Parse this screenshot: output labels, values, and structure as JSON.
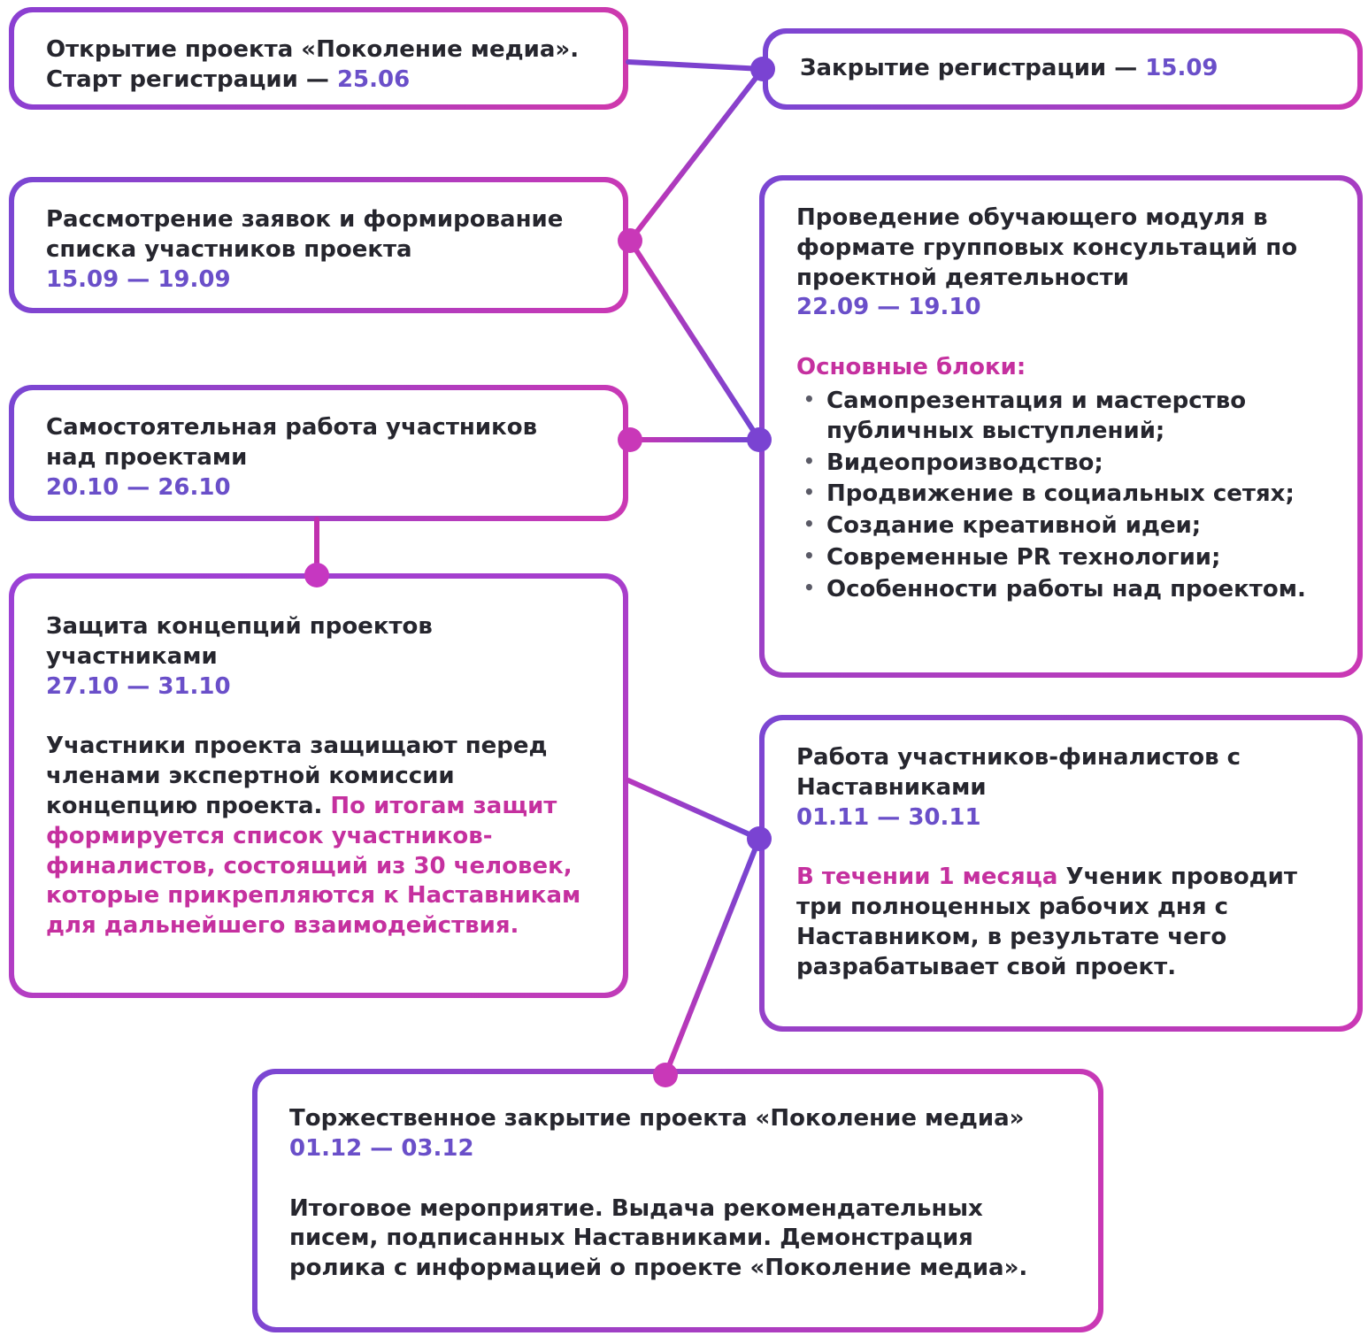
{
  "accent": {
    "purple": "#6a4fc9",
    "magenta": "#c5309f",
    "text_dark": "#26262e"
  },
  "boxes": {
    "opening": {
      "text": "Открытие проекта «Поколение медиа». Старт регистрации — ",
      "date": "25.06"
    },
    "registration_close": {
      "text": "Закрытие регистрации — ",
      "date": "15.09"
    },
    "review": {
      "title": "Рассмотрение заявок и формирование списка участников проекта",
      "dates": "15.09 — 19.09"
    },
    "training": {
      "title": "Проведение обучающего модуля в формате групповых консультаций по проектной деятельности",
      "dates": "22.09 — 19.10",
      "blocks_heading": "Основные блоки:",
      "blocks": [
        "Самопрезентация и мастерство публичных выступлений;",
        "Видеопроизводство;",
        "Продвижение в социальных сетях;",
        "Создание креативной идеи;",
        "Современные PR технологии;",
        "Особенности работы над проектом."
      ]
    },
    "independent": {
      "title": "Самостоятельная работа участников над проектами",
      "dates": "20.10 — 26.10"
    },
    "defense": {
      "title": "Защита концепций проектов участниками",
      "dates": "27.10 — 31.10",
      "paragraph_normal": "Участники проекта защищают перед членами экспертной комиссии концепцию проекта. ",
      "paragraph_highlight": "По итогам защит формируется список участников-финалистов, состоящий из 30 человек, которые прикрепляются к Наставникам для дальнейшего взаимодействия."
    },
    "mentors": {
      "title": "Работа участников-финалистов с Наставниками",
      "dates": "01.11 — 30.11",
      "paragraph_highlight": "В течении 1 месяца",
      "paragraph_normal": " Ученик проводит три полноценных рабочих дня с Наставником, в результате чего разрабатывает свой проект."
    },
    "closing": {
      "title": "Торжественное закрытие проекта «Поколение медиа»",
      "dates": "01.12 — 03.12",
      "paragraph": "Итоговое мероприятие. Выдача рекомендательных писем, подписанных Наставниками. Демонстрация ролика с информацией о проекте «Поколение медиа»."
    }
  }
}
